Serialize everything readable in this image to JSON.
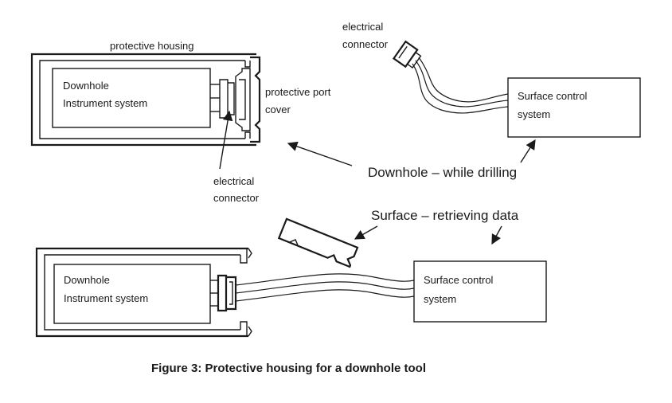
{
  "top": {
    "housing_label": "protective housing",
    "instrument_line1": "Downhole",
    "instrument_line2": "Instrument system",
    "port_cover_line1": "protective port",
    "port_cover_line2": "cover",
    "connector_a_line1": "electrical",
    "connector_a_line2": "connector",
    "connector_b_line1": "electrical",
    "connector_b_line2": "connector",
    "surface_line1": "Surface control",
    "surface_line2": "system",
    "mode_label": "Downhole – while drilling"
  },
  "bottom": {
    "instrument_line1": "Downhole",
    "instrument_line2": "Instrument system",
    "surface_line1": "Surface control",
    "surface_line2": "system",
    "mode_label": "Surface – retrieving data"
  },
  "caption": "Figure 3: Protective housing for a downhole tool"
}
